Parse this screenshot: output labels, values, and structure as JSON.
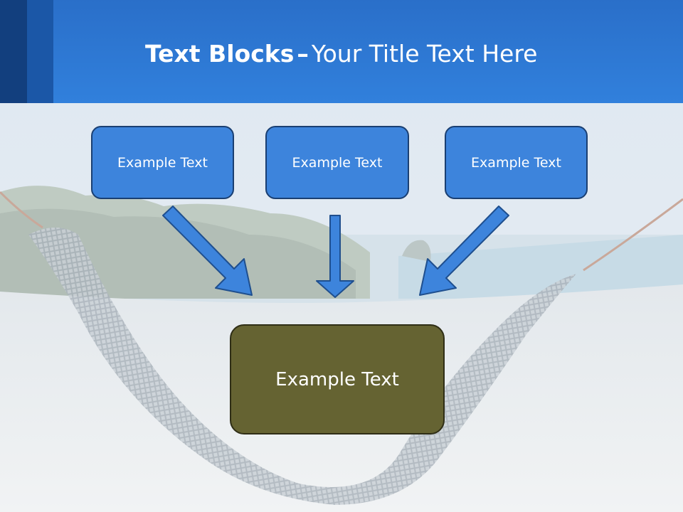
{
  "slide": {
    "title_bold": "Text Blocks",
    "title_dash": "–",
    "title_rest": "Your Title Text Here",
    "blocks": [
      {
        "label": "Example Text"
      },
      {
        "label": "Example Text"
      },
      {
        "label": "Example Text"
      }
    ],
    "main_block": {
      "label": "Example Text"
    }
  },
  "colors": {
    "header_blue": "#3180dc",
    "block_blue": "#3d84dc",
    "main_olive": "#656332"
  }
}
